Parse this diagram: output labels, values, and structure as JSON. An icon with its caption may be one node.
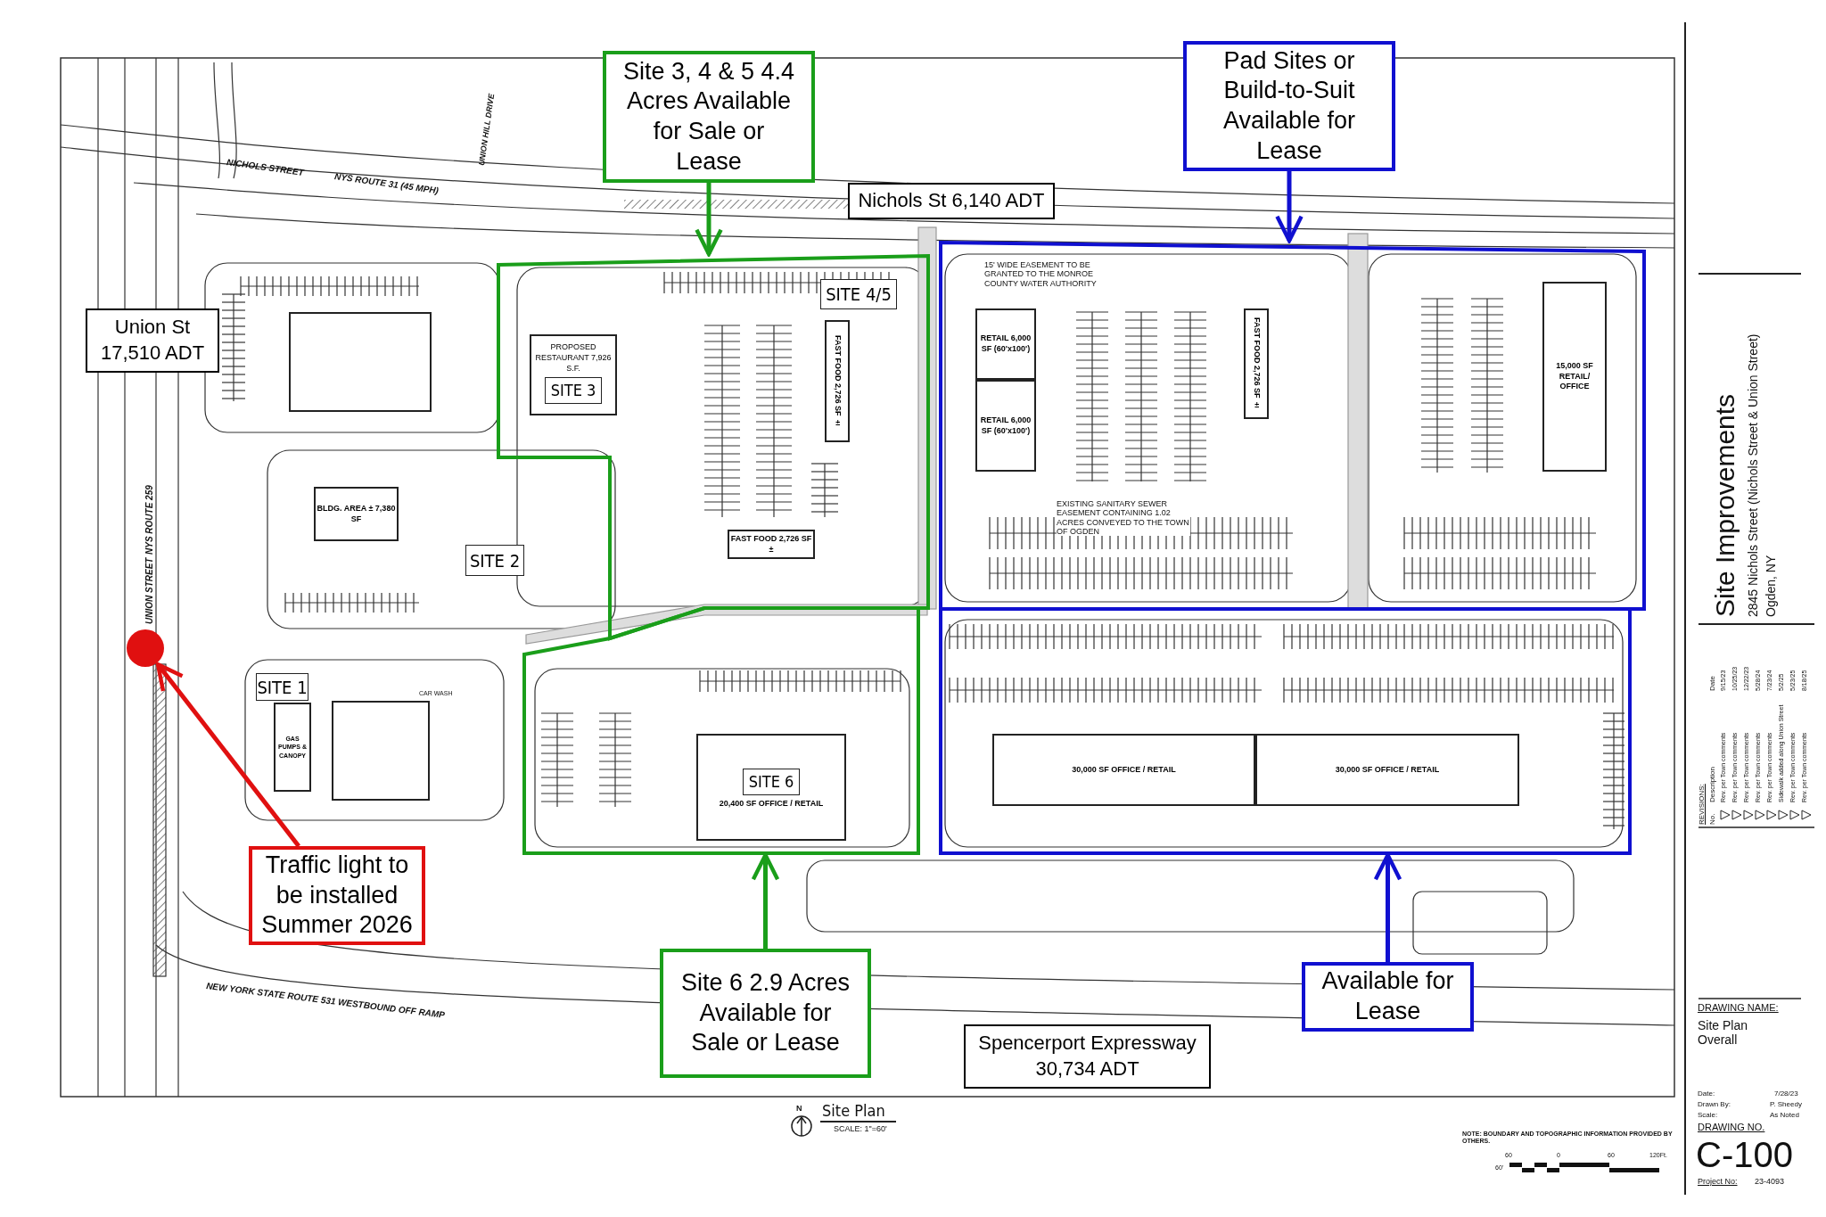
{
  "diagram": {
    "nodes": [
      {
        "text": [
          "Site 3, 4 & 5 4.4 Acres Available for Sale or Lease"
        ]
      },
      {
        "text": [
          "Nichols St 6,140 ADT"
        ]
      },
      {
        "text": [
          "Pad Sites or Build-to-Suit Available for Lease"
        ]
      },
      {
        "text": [],
        "shape": "box"
      },
      {
        "text": [],
        "shape": "box"
      },
      {
        "text": [
          "SITE 4/5"
        ],
        "in": 3
      },
      {
        "text": [
          "Union St 17,510 ADT"
        ]
      },
      {
        "text": [],
        "shape": "box"
      },
      {
        "text": [
          "PROPOSED RESTAURANT 7,926 S.F.",
          "SITE 3"
        ],
        "in": 3
      },
      {
        "text": [
          "FAST FOOD 2,726 SF ±"
        ],
        "in": 3
      },
      {
        "text": [
          "RETAIL 6,000 SF (60'x100')"
        ],
        "in": 4
      },
      {
        "text": [
          "RETAIL 6,000 SF (60'x100')"
        ],
        "in": 4
      },
      {
        "text": [
          "FAST FOOD 2,726 SF ±"
        ],
        "in": 4
      },
      {
        "text": [
          "15,000 SF RETAIL/ OFFICE"
        ],
        "in": 4
      },
      {
        "text": [
          "BLDG. AREA ± 7,380 SF"
        ]
      },
      {
        "text": [
          "SITE 2"
        ]
      },
      {
        "text": [
          "FAST FOOD 2,726 SF ±"
        ],
        "in": 3
      },
      {
        "text": [],
        "shape": "box"
      },
      {
        "text": [],
        "shape": "box"
      },
      {
        "text": [],
        "shape": "circle"
      },
      {
        "text": [
          "SITE 1"
        ]
      },
      {
        "text": [],
        "shape": "box"
      },
      {
        "text": [
          "GAS PUMPS & CANOPY"
        ]
      },
      {
        "text": [
          "SITE 6",
          "20,400 SF OFFICE / RETAIL"
        ],
        "in": 18
      },
      {
        "text": [
          "30,000 SF OFFICE / RETAIL"
        ],
        "in": 17
      },
      {
        "text": [
          "30,000 SF OFFICE / RETAIL"
        ],
        "in": 17
      },
      {
        "text": [
          "Traffic light to be installed Summer 2026"
        ]
      },
      {
        "text": [
          "Site 6 2.9 Acres Available for Sale or Lease"
        ]
      },
      {
        "text": [
          "Available for Lease"
        ]
      },
      {
        "text": [
          "Spencerport Expressway 30,734 ADT"
        ]
      }
    ],
    "edges": [
      {
        "from": 0,
        "to": 3,
        "arrow": "to",
        "color": "#1a9e1a"
      },
      {
        "from": 2,
        "to": 4,
        "arrow": "to",
        "color": "#1010d0"
      },
      {
        "from": 26,
        "to": 19,
        "arrow": "to",
        "color": "#e01010"
      },
      {
        "from": 27,
        "to": 18,
        "arrow": "to",
        "color": "#1a9e1a"
      },
      {
        "from": 28,
        "to": 17,
        "arrow": "to",
        "color": "#1010d0"
      }
    ],
    "labels": [
      "NICHOLS STREET",
      "NYS ROUTE 31 (45 MPH)",
      "UNION HILL DRIVE",
      "UNION STREET",
      "NYS ROUTE 259",
      "NEW YORK STATE ROUTE 531 WESTBOUND OFF RAMP",
      "15' WIDE EASEMENT TO BE GRANTED TO THE MONROE COUNTY WATER AUTHORITY",
      "EXISTING SANITARY SEWER EASEMENT CONTAINING 1.02 ACRES CONVEYED TO THE TOWN OF OGDEN",
      "CAR WASH",
      "N",
      "Site Plan",
      "SCALE: 1\"=60'",
      "NOTE: BOUNDARY AND TOPOGRAPHIC INFORMATION PROVIDED BY OTHERS.",
      "60",
      "0",
      "60",
      "120Ft.",
      "60'",
      "Site Improvements",
      "2845 Nichols Street (Nichols Street & Union Street)",
      "Ogden, NY",
      "REVISIONS:",
      "No.",
      "Description",
      "Date",
      "Rev. per Town comments",
      "9/15/23",
      "Rev. per Town comments",
      "10/25/23",
      "Rev. per Town comments",
      "12/22/23",
      "Rev. per Town comments",
      "5/28/24",
      "Rev. per Town comments",
      "7/23/24",
      "Sidewalk added along Union Street",
      "5/2/25",
      "Rev. per Town comments",
      "5/23/25",
      "Rev. per Town comments",
      "8/18/25",
      "DRAWING NAME:",
      "Site Plan Overall",
      "Date:",
      "7/28/23",
      "Drawn By:",
      "P. Sheedy",
      "Scale:",
      "As Noted",
      "DRAWING NO.",
      "C-100",
      "Project No:",
      "23-4093"
    ]
  }
}
